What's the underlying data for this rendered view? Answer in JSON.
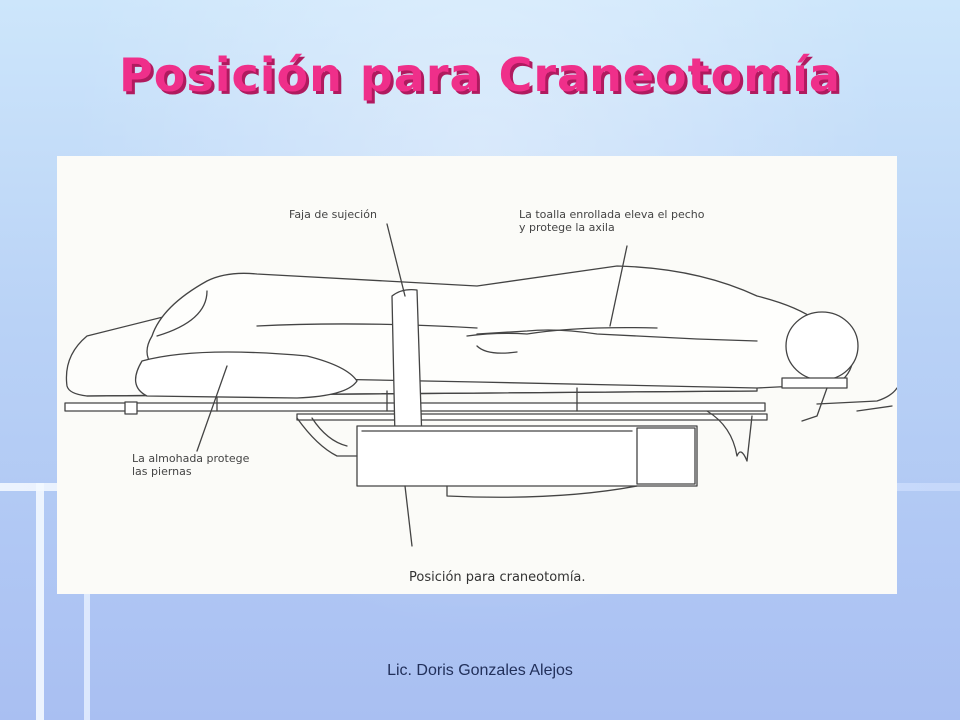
{
  "slide": {
    "title": "Posición para Craneotomía",
    "footer": "Lic. Doris Gonzales Alejos"
  },
  "figure": {
    "label_strap": "Faja de sujeción",
    "label_towel": "La toalla enrollada eleva el pecho\ny protege la axila",
    "label_pillow": "La almohada protege\nlas piernas",
    "caption": "Posición para craneotomía."
  },
  "colors": {
    "title": "#ef2f8a",
    "title_shadow": "#b01a5f",
    "footer": "#22305a"
  }
}
